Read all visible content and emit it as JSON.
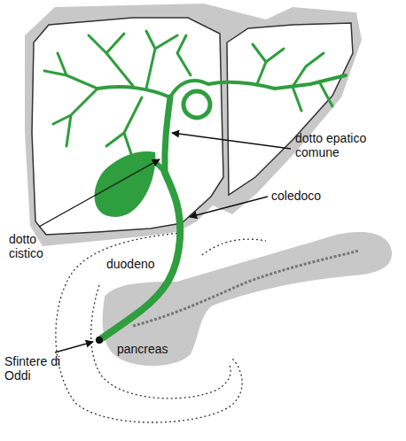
{
  "diagram": {
    "labels": [
      "dotto epatico comune",
      "coledoco",
      "dotto cistico",
      "duodeno",
      "pancreas",
      "Sfintere di Oddi"
    ]
  }
}
